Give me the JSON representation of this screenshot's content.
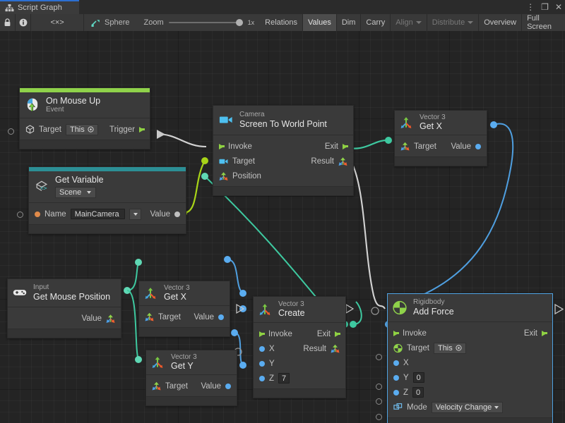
{
  "window": {
    "tab_label": "Script Graph",
    "tab_icon": "graph-icon",
    "controls": [
      "kebab-menu-icon",
      "maximize-icon",
      "close-icon"
    ]
  },
  "toolbar": {
    "lock_icon": "lock-icon",
    "info_icon": "info-icon",
    "code_icon": "code-angle-brackets",
    "object_name": "Sphere",
    "object_icon": "script-graph-icon",
    "zoom_label": "Zoom",
    "zoom_value": "1x",
    "buttons": [
      {
        "label": "Relations",
        "state": "normal"
      },
      {
        "label": "Values",
        "state": "pressed"
      },
      {
        "label": "Dim",
        "state": "normal"
      },
      {
        "label": "Carry",
        "state": "normal"
      },
      {
        "label": "Align",
        "state": "disabled",
        "dropdown": true
      },
      {
        "label": "Distribute",
        "state": "disabled",
        "dropdown": true
      },
      {
        "label": "Overview",
        "state": "normal"
      },
      {
        "label": "Full Screen",
        "state": "normal"
      }
    ]
  },
  "nodes": {
    "on_mouse_up": {
      "subtitle": "On Mouse Up",
      "title": "Event",
      "accent": "#8fd24a",
      "icon": "mouse-up-icon",
      "target_label": "Target",
      "target_value": "This",
      "trigger_label": "Trigger"
    },
    "get_variable": {
      "title": "Get Variable",
      "scope": "Scene",
      "accent": "#2c8f95",
      "icon": "unity-variable-icon",
      "name_label": "Name",
      "name_value": "MainCamera",
      "value_label": "Value"
    },
    "screen_to_world": {
      "subtitle": "Camera",
      "title": "Screen To World Point",
      "icon": "camera-icon",
      "invoke_label": "Invoke",
      "exit_label": "Exit",
      "target_label": "Target",
      "result_label": "Result",
      "position_label": "Position"
    },
    "vector3_getx_top": {
      "subtitle": "Vector 3",
      "title": "Get X",
      "icon": "vector3-icon",
      "target_label": "Target",
      "value_label": "Value"
    },
    "input_mouse_position": {
      "subtitle": "Input",
      "title": "Get Mouse Position",
      "icon": "gamepad-icon",
      "value_label": "Value"
    },
    "vector3_getx": {
      "subtitle": "Vector 3",
      "title": "Get X",
      "icon": "vector3-icon",
      "target_label": "Target",
      "value_label": "Value"
    },
    "vector3_gety": {
      "subtitle": "Vector 3",
      "title": "Get Y",
      "icon": "vector3-icon",
      "target_label": "Target",
      "value_label": "Value"
    },
    "vector3_create": {
      "subtitle": "Vector 3",
      "title": "Create",
      "icon": "vector3-icon",
      "invoke_label": "Invoke",
      "exit_label": "Exit",
      "x_label": "X",
      "y_label": "Y",
      "z_label": "Z",
      "z_value": "7",
      "result_label": "Result"
    },
    "add_force": {
      "subtitle": "Rigidbody",
      "title": "Add Force",
      "icon": "rigidbody-icon",
      "selected": true,
      "invoke_label": "Invoke",
      "exit_label": "Exit",
      "target_label": "Target",
      "target_value": "This",
      "x_label": "X",
      "y_label": "Y",
      "y_value": "0",
      "z_label": "Z",
      "z_value": "0",
      "mode_label": "Mode",
      "mode_value": "Velocity Change",
      "mode_icon": "enum-icon"
    }
  },
  "colors": {
    "accent_green": "#8fd24a",
    "accent_teal": "#2c8f95",
    "wire_control": "#d0d0d0",
    "wire_vector": "#3ec9a0",
    "wire_object": "#a8d418",
    "wire_float": "#4f9fe0",
    "selection": "#4fa3e3",
    "canvas_bg": "#242424"
  }
}
